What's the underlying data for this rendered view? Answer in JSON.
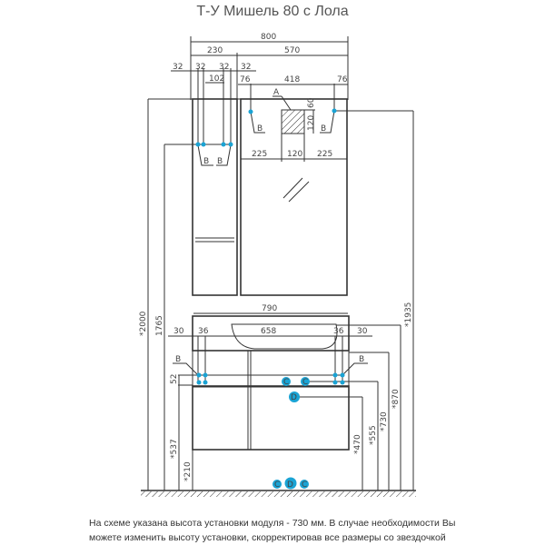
{
  "title": "Т-У Мишель 80 с Лола",
  "dims": {
    "w800": "800",
    "w230": "230",
    "w570": "570",
    "s32": "32",
    "w102": "102",
    "w76": "76",
    "w418": "418",
    "h60": "60",
    "h120": "120",
    "w225": "225",
    "w120": "120",
    "w790": "790",
    "w30": "30",
    "w36": "36",
    "w658": "658",
    "h52": "52",
    "h2000": "*2000",
    "h1765": "1765",
    "h537": "*537",
    "h210": "*210",
    "h470": "*470",
    "h555": "*555",
    "h730": "*730",
    "h870": "*870",
    "h1935": "*1935"
  },
  "labels": {
    "a": "A",
    "b": "B",
    "c": "C",
    "d": "D"
  },
  "colors": {
    "connection_point": "#1aa3d4",
    "lines": "#333333"
  },
  "caption": {
    "line1": "На схеме указана высота установки модуля - 730 мм. В случае необходимости Вы",
    "line2": "можете изменить высоту установки, скорректировав все размеры со звездочкой"
  }
}
